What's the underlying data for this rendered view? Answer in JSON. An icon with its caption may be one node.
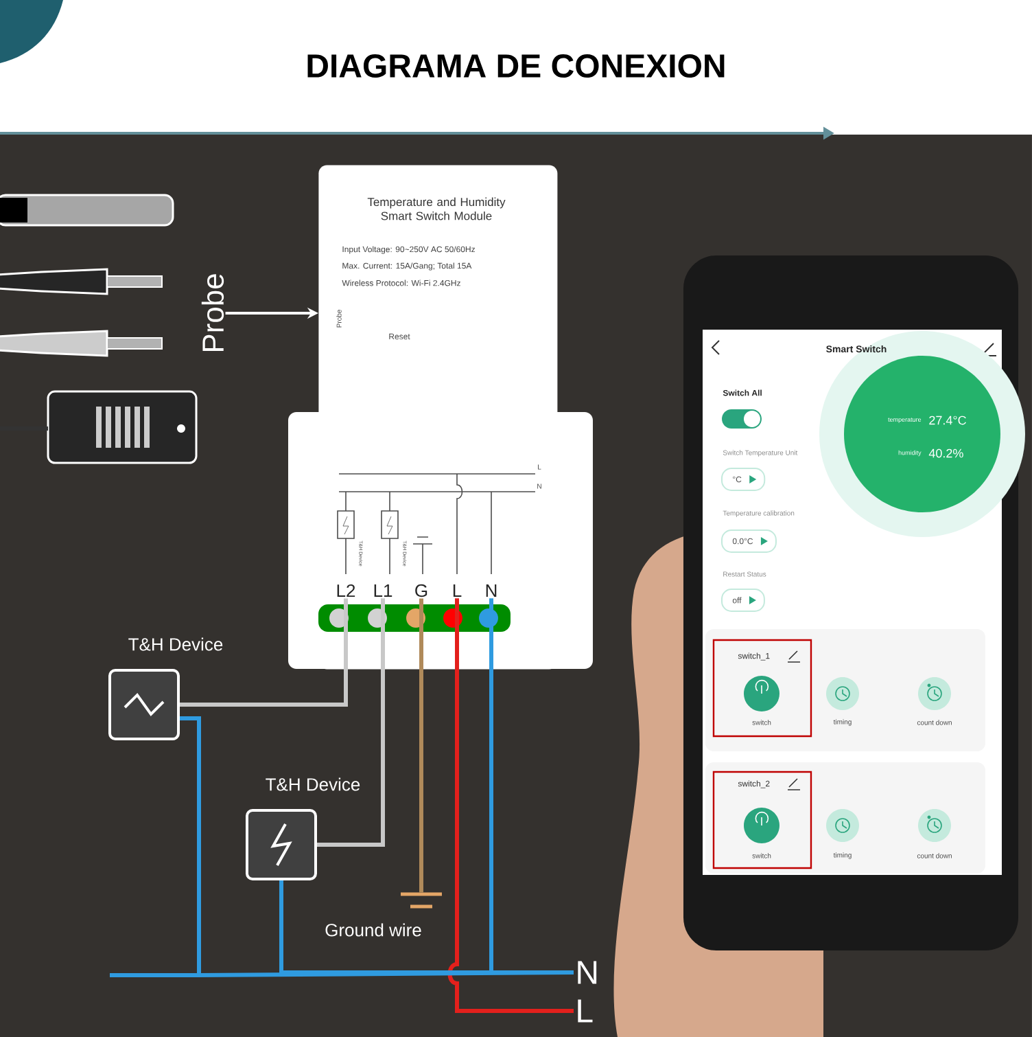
{
  "diagram": {
    "title": "DIAGRAMA DE CONEXION",
    "nodes": [
      {
        "text": [
          "Temperature and Humidity Smart Switch Module",
          "Input Voltage: 90~250V AC 50/60Hz",
          "Max. Current: 15A/Gang; Total 15A",
          "Wireless Protocol: Wi-Fi 2.4GHz"
        ]
      },
      {
        "text": [
          "L2"
        ],
        "in": 0
      },
      {
        "text": [
          "L1"
        ],
        "in": 0
      },
      {
        "text": [
          "G"
        ],
        "in": 0
      },
      {
        "text": [
          "L"
        ],
        "in": 0
      },
      {
        "text": [
          "N"
        ],
        "in": 0
      },
      {
        "text": [
          "T&H Device"
        ]
      },
      {
        "text": [
          "T&H Device"
        ]
      },
      {
        "text": [
          "Ground wire"
        ]
      },
      {
        "text": [
          "N"
        ]
      },
      {
        "text": [
          "L"
        ]
      },
      {
        "text": [
          "Probe"
        ]
      }
    ],
    "edges": [
      {
        "from": 1,
        "to": 6,
        "arrow": "none",
        "color": "#c8c8c8"
      },
      {
        "from": 2,
        "to": 7,
        "arrow": "none",
        "color": "#c8c8c8"
      },
      {
        "from": 3,
        "to": 8,
        "arrow": "none",
        "color": "#b08a5a"
      },
      {
        "from": 4,
        "to": 10,
        "arrow": "none",
        "color": "#e3201c"
      },
      {
        "from": 5,
        "to": 9,
        "arrow": "none"
      },
      {
        "from": 6,
        "to": 9,
        "arrow": "none"
      },
      {
        "from": 7,
        "to": 9,
        "arrow": "none"
      },
      {
        "from": 11,
        "to": 0,
        "arrow": "to",
        "color": "#ffffff"
      }
    ],
    "labels": [
      "Probe",
      "Reset",
      "L",
      "N",
      "T&H Device",
      "T&H Device",
      "Smart Switch",
      "Switch All",
      "temperature",
      "27.4°C",
      "Switch Temperature Unit",
      "humidity",
      "40.2%",
      "°C",
      "Temperature calibration",
      "0.0°C",
      "Restart Status",
      "off",
      "switch_1",
      "switch",
      "timing",
      "count down",
      "switch_2",
      "switch",
      "timing",
      "count down"
    ]
  }
}
